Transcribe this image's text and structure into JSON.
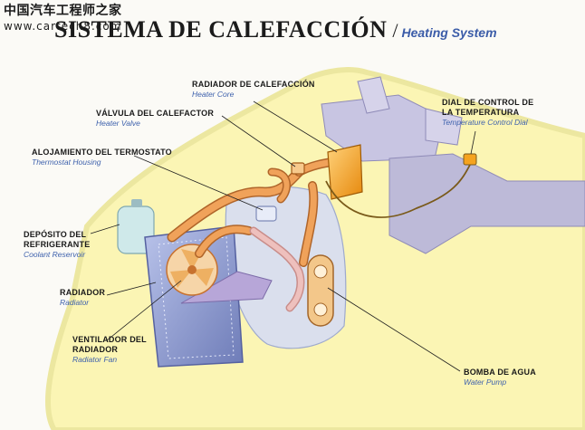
{
  "watermark": {
    "site_name_cn": "中国汽车工程师之家",
    "url": "www.cartech8.com"
  },
  "title": {
    "spanish": "SISTEMA DE CALEFACCIÓN",
    "separator": "/",
    "english": "Heating System"
  },
  "labels": {
    "heater_core": {
      "es": "RADIADOR DE CALEFACCIÓN",
      "en": "Heater Core"
    },
    "heater_valve": {
      "es": "VÁLVULA DEL CALEFACTOR",
      "en": "Heater Valve"
    },
    "thermostat_housing": {
      "es": "ALOJAMIENTO DEL TERMOSTATO",
      "en": "Thermostat Housing"
    },
    "coolant_reservoir": {
      "es_line1": "DEPÓSITO DEL",
      "es_line2": "REFRIGERANTE",
      "en": "Coolant Reservoir"
    },
    "radiator": {
      "es": "RADIADOR",
      "en": "Radiator"
    },
    "radiator_fan": {
      "es_line1": "VENTILADOR DEL",
      "es_line2": "RADIADOR",
      "en": "Radiator Fan"
    },
    "temperature_control_dial": {
      "es_line1": "DIAL DE CONTROL DE",
      "es_line2": "LA TEMPERATURA",
      "en": "Temperature Control Dial"
    },
    "water_pump": {
      "es": "BOMBA DE AGUA",
      "en": "Water Pump"
    }
  },
  "colors": {
    "car_body_fill": "#fbf5b4",
    "car_body_stroke": "#ece7a0",
    "hose_orange": "#f0a25a",
    "hose_pink": "#e9b7b4",
    "engine_blue": "#cfd6ec",
    "dash_lavender": "#c3c0dc",
    "heater_core": "#f5a31e",
    "radiator_blue": "#8d9bd0",
    "title_blue": "#3b5ca8"
  }
}
